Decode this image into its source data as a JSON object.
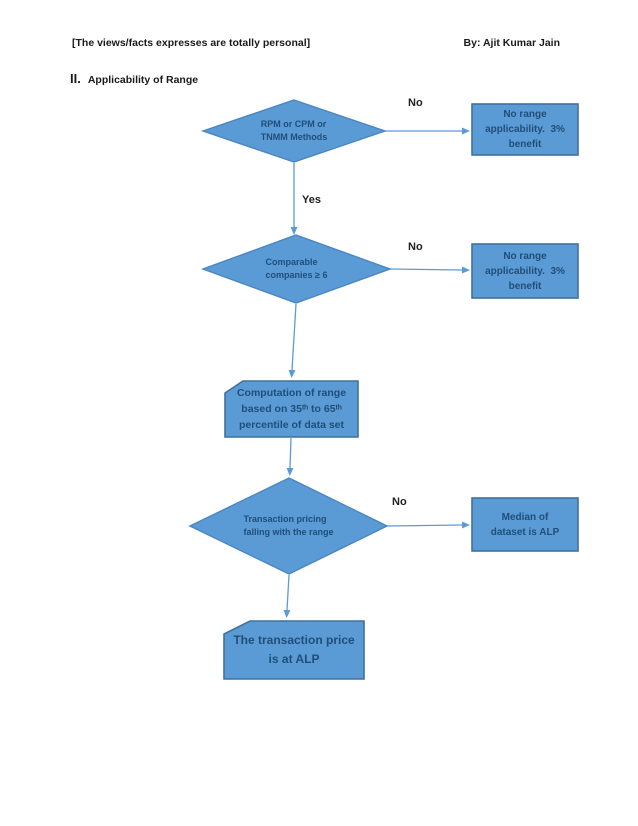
{
  "document": {
    "disclaimer": "[The views/facts expresses are totally personal]",
    "byline": "By: Ajit Kumar Jain",
    "section_number": "II.",
    "section_heading": "Applicability of Range"
  },
  "flowchart": {
    "decision_methods": "RPM or CPM or\nTNMM Methods",
    "label_no_1": "No",
    "label_yes": "Yes",
    "outcome_no_range_1": "No range\napplicability.  3%\nbenefit",
    "decision_comparables": "Comparable\ncompanies ≥ 6",
    "label_no_2": "No",
    "outcome_no_range_2": "No range\napplicability.  3%\nbenefit",
    "process_computation": "Computation of range\nbased on 35ᵗʰ to 65ᵗʰ\npercentile of data set",
    "decision_pricing": "Transaction pricing\nfalling with the range",
    "label_no_3": "No",
    "outcome_median": "Median of\ndataset is ALP",
    "result_alp": "The transaction price\nis at ALP"
  },
  "colors": {
    "shape_fill": "#5B9BD5",
    "shape_border": "#41719C",
    "diamond_border": "#4A86C2",
    "shape_text": "#1F4E79",
    "connector": "#5B9BD5",
    "body_text": "#1a1a1a"
  }
}
